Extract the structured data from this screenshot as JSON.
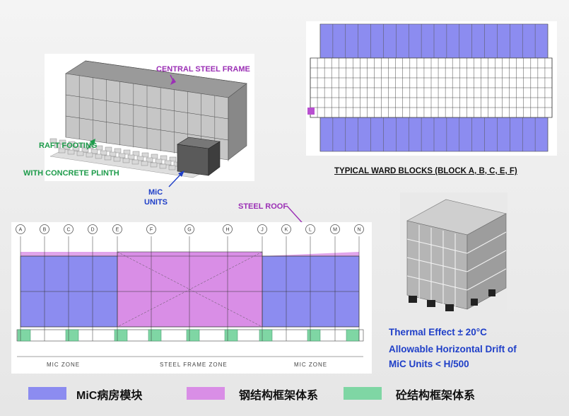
{
  "labels": {
    "central_steel_frame": "CENTRAL STEEL FRAME",
    "raft_footing_line1": "RAFT FOOTING",
    "raft_footing_line2": "WITH CONCRETE PLINTH",
    "mic_units_line1": "MiC",
    "mic_units_line2": "UNITS",
    "steel_roof": "STEEL ROOF",
    "typical_ward_blocks": "TYPICAL WARD BLOCKS (BLOCK A, B, C, E, F)"
  },
  "notes": {
    "thermal_effect": "Thermal Effect ± 20°C",
    "drift_line1": "Allowable Horizontal Drift of",
    "drift_line2": "MiC Units < H/500"
  },
  "elevation": {
    "grid_axes": [
      "A",
      "B",
      "C",
      "D",
      "E",
      "F",
      "G",
      "H",
      "J",
      "K",
      "L",
      "M",
      "N"
    ],
    "zones": [
      "MIC ZONE",
      "STEEL FRAME ZONE",
      "MIC ZONE"
    ]
  },
  "legend": [
    {
      "label": "MiC病房模块",
      "color": "#8c8cf0"
    },
    {
      "label": "钢结构框架体系",
      "color": "#d98ee6"
    },
    {
      "label": "砼结构框架体系",
      "color": "#7fd6a4"
    }
  ],
  "colors": {
    "annotation_purple": "#9b2fb5",
    "annotation_green": "#1d9b4a",
    "annotation_blue": "#1f3fc8"
  }
}
